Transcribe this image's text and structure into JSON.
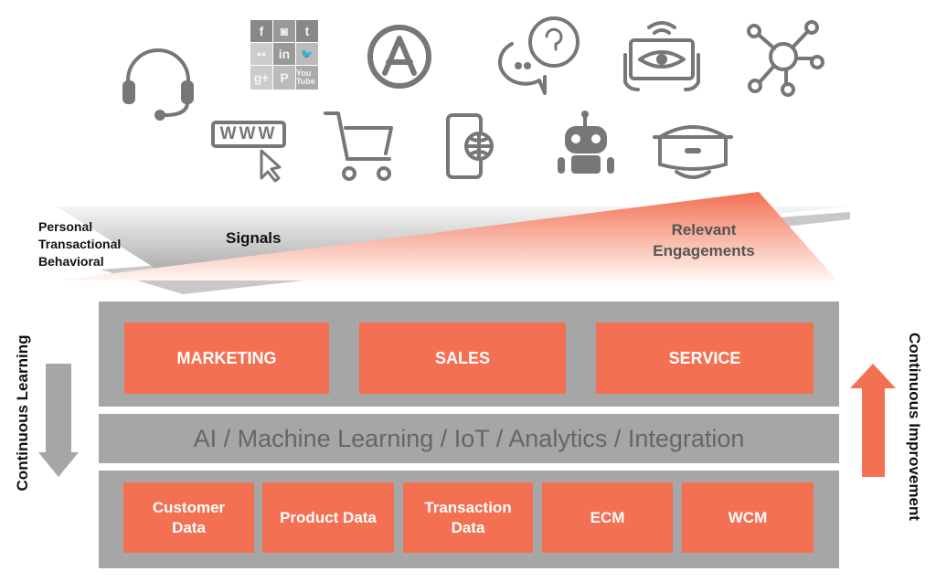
{
  "labels": {
    "personal": "Personal",
    "transactional": "Transactional",
    "behavioral": "Behavioral",
    "signals": "Signals",
    "relevant": "Relevant",
    "engagements": "Engagements"
  },
  "top_row": [
    "MARKETING",
    "SALES",
    "SERVICE"
  ],
  "middle_bar": "AI / Machine Learning / IoT / Analytics / Integration",
  "bottom_row": [
    [
      "Customer",
      "Data"
    ],
    [
      "Product Data"
    ],
    [
      "Transaction",
      "Data"
    ],
    [
      "ECM"
    ],
    [
      "WCM"
    ]
  ],
  "left_arrow": "Continuous Learning",
  "right_arrow": "Continuous Improvement",
  "icons": {
    "www": "WWW",
    "social": [
      "f",
      "◙",
      "t",
      "●●",
      "in",
      "🐦",
      "g+",
      "P",
      "You Tube"
    ]
  },
  "colors": {
    "orange": "#f37053",
    "gray": "#a6a6a6",
    "icon": "#777777"
  }
}
